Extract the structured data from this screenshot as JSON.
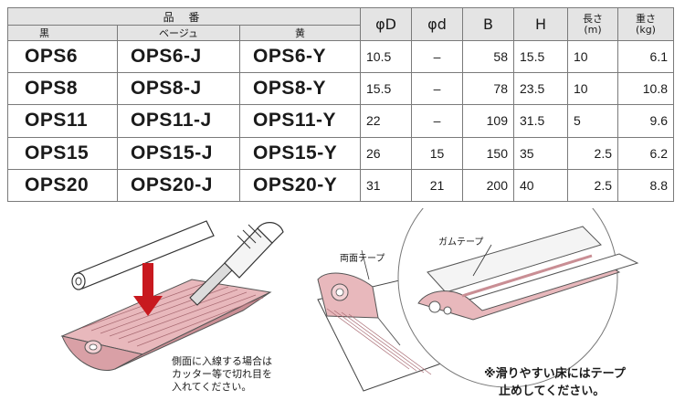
{
  "table": {
    "group_header": "品 番",
    "color_headers": [
      "黒",
      "ベージュ",
      "黄"
    ],
    "dim_headers": [
      "φD",
      "φd",
      "B",
      "H"
    ],
    "length_header": {
      "label": "長さ",
      "unit": "(m)"
    },
    "weight_header": {
      "label": "重さ",
      "unit": "(kg)"
    },
    "rows": [
      {
        "black": "OPS6",
        "beige": "OPS6-J",
        "yellow": "OPS6-Y",
        "D": "10.5",
        "d": "–",
        "B": "58",
        "H": "15.5",
        "len": "10",
        "wt": "6.1"
      },
      {
        "black": "OPS8",
        "beige": "OPS8-J",
        "yellow": "OPS8-Y",
        "D": "15.5",
        "d": "–",
        "B": "78",
        "H": "23.5",
        "len": "10",
        "wt": "10.8"
      },
      {
        "black": "OPS11",
        "beige": "OPS11-J",
        "yellow": "OPS11-Y",
        "D": "22",
        "d": "–",
        "B": "109",
        "H": "31.5",
        "len": "5",
        "wt": "9.6"
      },
      {
        "black": "OPS15",
        "beige": "OPS15-J",
        "yellow": "OPS15-Y",
        "D": "26",
        "d": "15",
        "B": "150",
        "H": "35",
        "len": "2.5",
        "wt": "6.2"
      },
      {
        "black": "OPS20",
        "beige": "OPS20-J",
        "yellow": "OPS20-Y",
        "D": "31",
        "d": "21",
        "B": "200",
        "H": "40",
        "len": "2.5",
        "wt": "8.8"
      }
    ]
  },
  "notes": {
    "side_entry": [
      "側面に入線する場合は",
      "カッター等で切れ目を",
      "入れてください。"
    ],
    "double_tape": "両面テープ",
    "gum_tape": "ガムテープ",
    "slippery": [
      "※滑りやすい床にはテープ",
      "止めしてください。"
    ]
  },
  "colors": {
    "protector_pink": "#e8b8bc",
    "protector_shadow": "#c98e94",
    "arrow_red": "#c8191f"
  }
}
